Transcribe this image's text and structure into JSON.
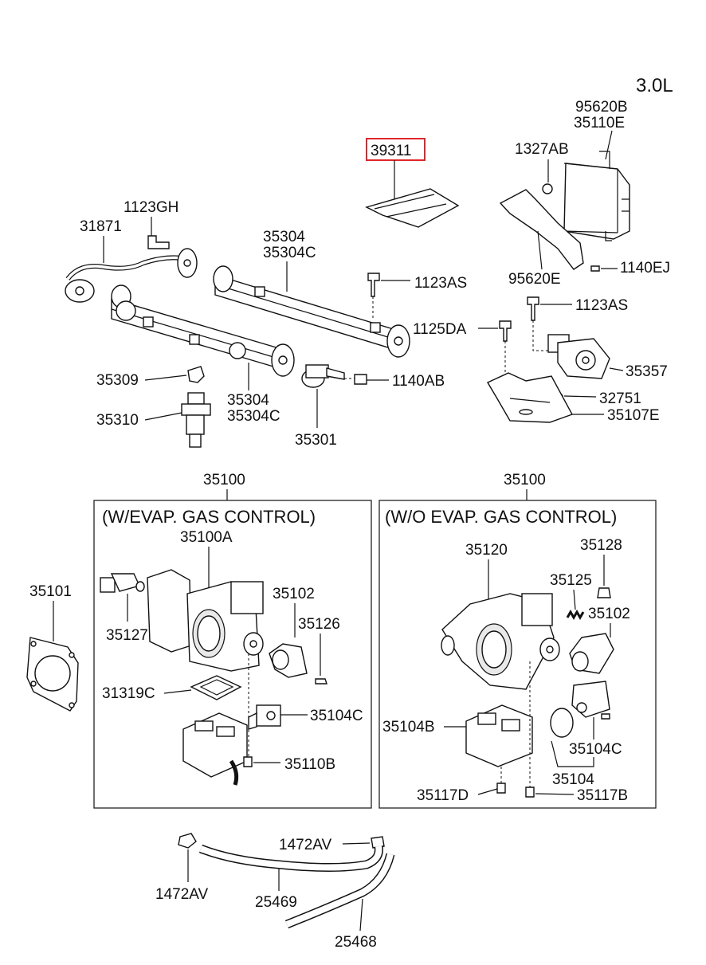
{
  "engine": "3.0L",
  "labels": {
    "p95620B": "95620B",
    "p35110E": "35110E",
    "p1327AB": "1327AB",
    "p39311": "39311",
    "p1123GH": "1123GH",
    "p31871": "31871",
    "p35304_a": "35304",
    "p35304C_a": "35304C",
    "p1123AS_a": "1123AS",
    "p95620E": "95620E",
    "p1140EJ": "1140EJ",
    "p1123AS_b": "1123AS",
    "p1125DA": "1125DA",
    "p35357": "35357",
    "p35309": "35309",
    "p35304_b": "35304",
    "p35304C_b": "35304C",
    "p1140AB": "1140AB",
    "p32751": "32751",
    "p35107E": "35107E",
    "p35310": "35310",
    "p35301": "35301",
    "p35100_a": "35100",
    "p35100_b": "35100",
    "p35101": "35101",
    "p35100A": "35100A",
    "p35102_a": "35102",
    "p35126": "35126",
    "p35127": "35127",
    "p31319C": "31319C",
    "p35104C_a": "35104C",
    "p35110B": "35110B",
    "p35120": "35120",
    "p35128": "35128",
    "p35125": "35125",
    "p35102_b": "35102",
    "p35104B": "35104B",
    "p35104C_b": "35104C",
    "p35104": "35104",
    "p35117D": "35117D",
    "p35117B": "35117B",
    "p1472AV_a": "1472AV",
    "p1472AV_b": "1472AV",
    "p25469": "25469",
    "p25468": "25468"
  },
  "boxes": {
    "with_evap": "(W/EVAP. GAS CONTROL)",
    "without_evap": "(W/O EVAP. GAS CONTROL)"
  },
  "highlight": {
    "part": "39311",
    "color": "#e0262b"
  }
}
